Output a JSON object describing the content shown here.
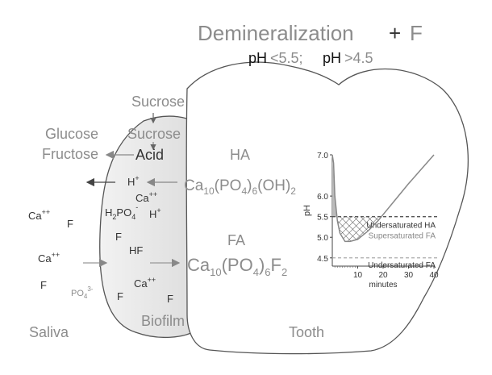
{
  "title": {
    "main": "Demineralization",
    "plus": "+",
    "f": "F",
    "ph_label_1": "pH",
    "ph_value_1": "<5.5;",
    "ph_label_2": "pH",
    "ph_value_2": ">4.5"
  },
  "labels": {
    "sucrose_top": "Sucrose",
    "sucrose_inner": "Sucrose",
    "glucose": "Glucose",
    "fructose": "Fructose",
    "acid": "Acid",
    "saliva": "Saliva",
    "biofilm": "Biofilm",
    "tooth": "Tooth"
  },
  "ions": {
    "h_plus": "H",
    "plus_sup": "+",
    "ca_pp": "Ca",
    "pp_sup": "++",
    "f": "F",
    "h2": "H",
    "po4": "PO",
    "hf": "HF",
    "po4_3": "PO",
    "three_minus": "3-",
    "minus": "-"
  },
  "minerals": {
    "ha_label": "HA",
    "ha_ca": "Ca",
    "ha_10": "10",
    "ha_po4": "(PO",
    "ha_4": "4",
    "ha_6": ")6(OH)",
    "ha_2": "2",
    "fa_label": "FA",
    "fa_ca": "Ca",
    "fa_10": "10",
    "fa_po4": "(PO",
    "fa_4": "4",
    "fa_6": ")6",
    "fa_f": "F",
    "fa_2": "2"
  },
  "chart_data": {
    "type": "line",
    "ylabel": "pH",
    "xlabel": "minutes",
    "xlim": [
      0,
      40
    ],
    "ylim": [
      4.3,
      7.0
    ],
    "x_ticks": [
      10,
      20,
      30,
      40
    ],
    "y_ticks": [
      7.0,
      6.0,
      5.5,
      5.0,
      4.5
    ],
    "x_tick_labels": [
      "10",
      "20",
      "30",
      "40"
    ],
    "y_tick_labels": [
      "7.0",
      "6.0",
      "5.5",
      "5.0",
      "4.5"
    ],
    "series": [
      {
        "x": [
          0,
          0.5,
          1,
          2,
          3,
          5,
          7,
          10,
          14,
          18,
          22,
          26,
          30,
          35,
          40
        ],
        "y": [
          7.0,
          6.8,
          6.0,
          5.4,
          5.1,
          4.9,
          4.9,
          4.95,
          5.15,
          5.4,
          5.7,
          6.0,
          6.3,
          6.65,
          7.0
        ]
      }
    ],
    "thresholds": [
      {
        "y": 5.5,
        "label": "Undersaturated HA",
        "style": "dashed-dark"
      },
      {
        "y": 5.5,
        "label": "Supersaturated FA",
        "style": "none"
      },
      {
        "y": 4.5,
        "label": "Undersaturated FA",
        "style": "dashed-light"
      }
    ],
    "hatched_region": "below 5.5 between pH curve and threshold",
    "colors": {
      "line": "#888888",
      "hatch": "#555555",
      "threshold_dark": "#555555",
      "threshold_light": "#aaaaaa"
    }
  }
}
